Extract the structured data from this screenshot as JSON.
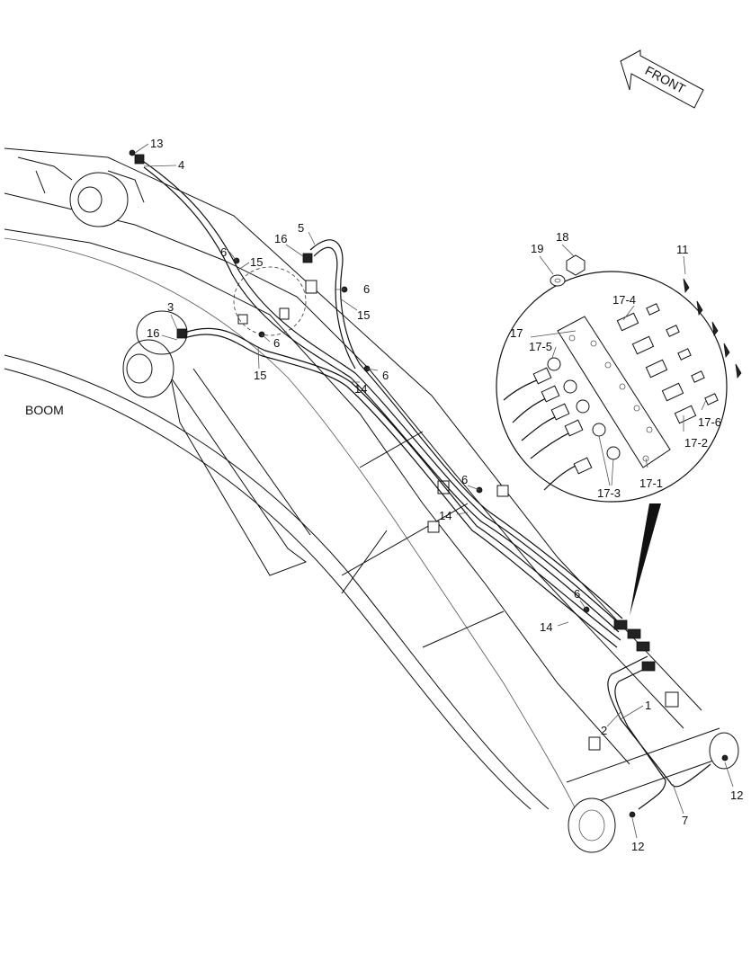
{
  "diagram": {
    "front_label": "FRONT",
    "boom_label": "BOOM",
    "callouts": {
      "c1": "1",
      "c2": "2",
      "c3": "3",
      "c4": "4",
      "c5": "5",
      "c6a": "6",
      "c6b": "6",
      "c6c": "6",
      "c6d": "6",
      "c6e": "6",
      "c6f": "6",
      "c7": "7",
      "c11": "11",
      "c12a": "12",
      "c12b": "12",
      "c13": "13",
      "c14a": "14",
      "c14b": "14",
      "c14c": "14",
      "c15a": "15",
      "c15b": "15",
      "c15c": "15",
      "c16a": "16",
      "c16b": "16",
      "c17": "17",
      "c17_1": "17-1",
      "c17_2": "17-2",
      "c17_3": "17-3",
      "c17_4": "17-4",
      "c17_5": "17-5",
      "c17_6": "17-6",
      "c18": "18",
      "c19": "19"
    }
  }
}
